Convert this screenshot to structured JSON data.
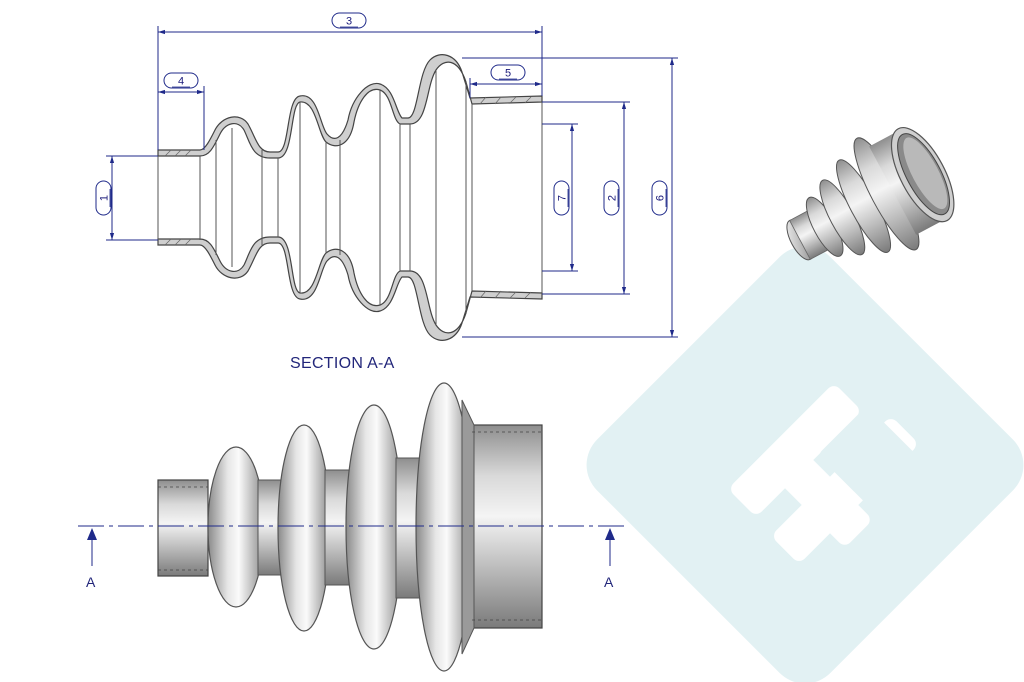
{
  "section_label": "SECTION A-A",
  "cut_label": "A",
  "dimensions": [
    {
      "id": "1"
    },
    {
      "id": "2"
    },
    {
      "id": "3"
    },
    {
      "id": "4"
    },
    {
      "id": "5"
    },
    {
      "id": "6"
    },
    {
      "id": "7"
    }
  ],
  "colors": {
    "dimension": "#1f2a8a",
    "outline": "#5a5a5a",
    "section_fill": "#c9c9c9",
    "watermark": "#d8eef1"
  },
  "watermark_icon": "company-logo-icon"
}
